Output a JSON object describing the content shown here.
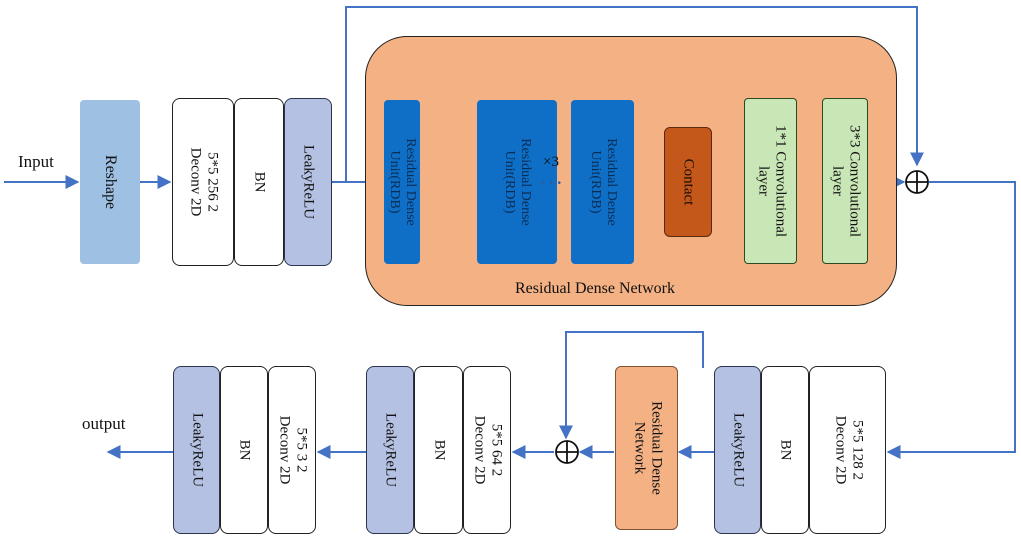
{
  "io": {
    "input": "Input",
    "output": "output"
  },
  "top": {
    "reshape": "Reshape",
    "deconv1": [
      "5*5  256  2",
      "Deconv 2D"
    ],
    "bn": "BN",
    "leaky": "LeakyReLU"
  },
  "rdn": {
    "title": "Residual Dense Network",
    "rdb1": [
      "Residual Dense",
      "Unit(RDB)"
    ],
    "rdb2": [
      "Residual Dense",
      "Unit(RDB)"
    ],
    "rdb3": [
      "Residual Dense",
      "Unit(RDB)"
    ],
    "repeat": "×3",
    "contact": "Contact",
    "conv1": [
      "1*1 Convolutional",
      "layer"
    ],
    "conv3": [
      "3*3 Convolutional",
      "layer"
    ]
  },
  "bottom": {
    "deconv128": [
      "5*5  128  2",
      "Deconv 2D"
    ],
    "bn_r": "BN",
    "leaky_r": "LeakyReLU",
    "rdn_block": [
      "Residual Dense",
      "Network"
    ],
    "deconv64": [
      "5*5  64  2",
      "Deconv 2D"
    ],
    "bn_m": "BN",
    "leaky_m": "LeakyReLU",
    "deconv3": [
      "5*5  3  2",
      "Deconv 2D"
    ],
    "bn_l": "BN",
    "leaky_l": "LeakyReLU"
  },
  "colors": {
    "arrow": "#4472c4",
    "reshape": "#9dc0e3",
    "leaky": "#b4c1e2",
    "rdb": "#0f6fc6",
    "contact": "#c4581a",
    "conv": "#c9e6b6",
    "rdn": "#f4b184"
  }
}
